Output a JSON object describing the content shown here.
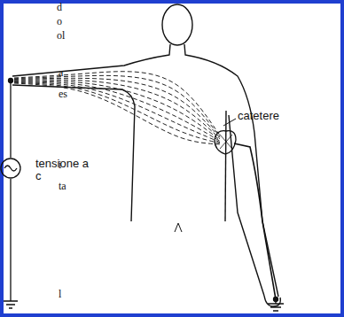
{
  "diagram": {
    "labels": [
      "tensione a c",
      "catetere",
      "d",
      "o",
      "ol",
      "a",
      "es",
      "i",
      "ta",
      "l"
    ]
  }
}
